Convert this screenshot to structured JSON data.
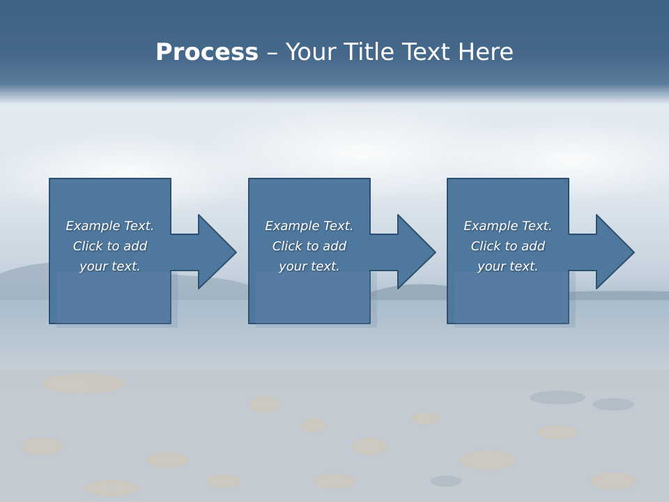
{
  "title": {
    "bold": "Process",
    "rest": " – Your Title Text Here"
  },
  "steps": [
    {
      "line1": "Example Text.",
      "line2": "Click  to add",
      "line3": "your text."
    },
    {
      "line1": "Example Text.",
      "line2": "Click  to add",
      "line3": "your text."
    },
    {
      "line1": "Example Text.",
      "line2": "Click  to add",
      "line3": "your text."
    }
  ],
  "colors": {
    "header": "#46698b",
    "box_fill": "#4f789e",
    "box_stroke": "#2e4f6e",
    "text": "#ffffff"
  }
}
